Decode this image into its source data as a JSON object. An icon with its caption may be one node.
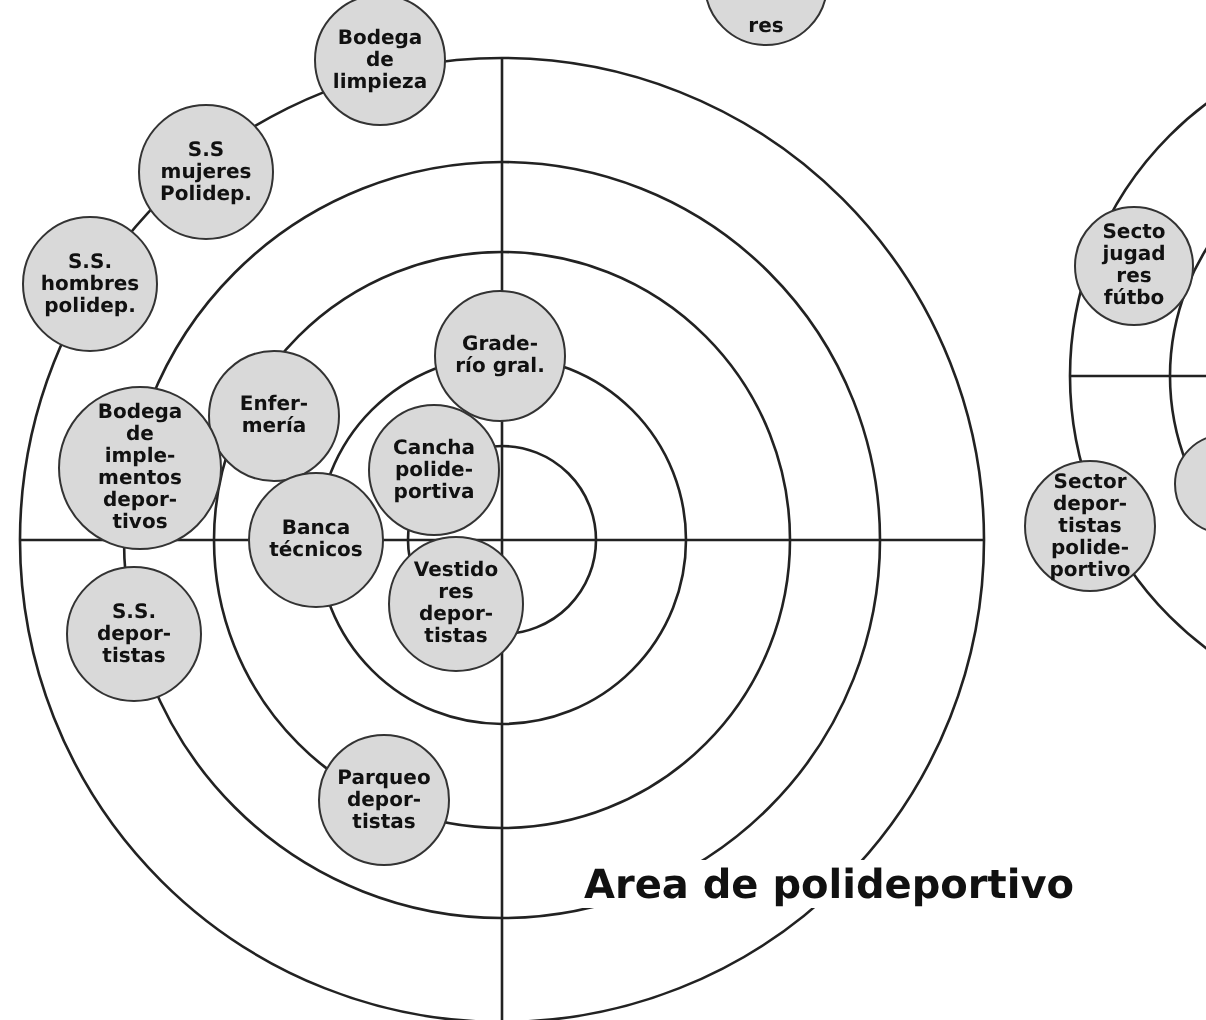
{
  "diagram": {
    "nodes": [
      {
        "text": [
          "res"
        ]
      },
      {
        "text": [
          "Bodega de limpieza"
        ]
      },
      {
        "text": [
          "S.S mujeres Polidep."
        ]
      },
      {
        "text": [
          "S.S. hombres polidep."
        ]
      },
      {
        "text": [
          "Grade- río gral."
        ]
      },
      {
        "text": [
          "Secto jugad res fútbo"
        ]
      },
      {
        "text": [
          "Enfer- mería"
        ]
      },
      {
        "text": [
          "Bodega de imple- mentos depor- tivos"
        ]
      },
      {
        "text": [
          "Cancha polide- portiva"
        ]
      },
      {
        "text": [
          "Sector depor- tistas polide- portivo"
        ]
      },
      {
        "text": [],
        "shape": "circle"
      },
      {
        "text": [
          "Banca técnicos"
        ]
      },
      {
        "text": [
          "Vestido res depor- tistas"
        ]
      },
      {
        "text": [
          "S.S. depor- tistas"
        ]
      },
      {
        "text": [
          "Parqueo depor- tistas"
        ]
      }
    ],
    "edges": [],
    "labels": [
      "Area de polideportivo"
    ]
  }
}
